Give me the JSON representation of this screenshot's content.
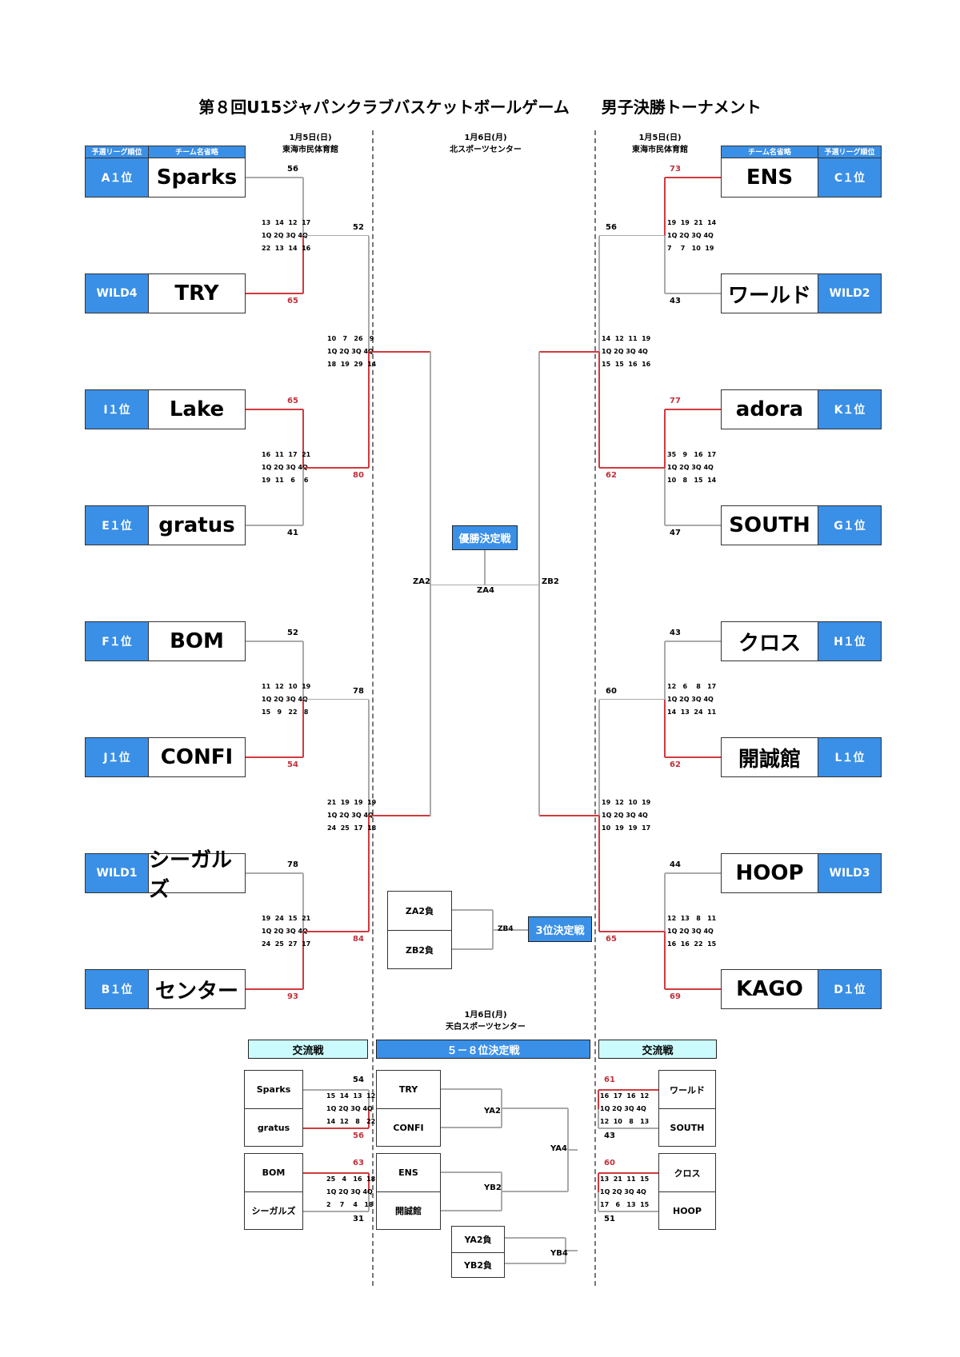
{
  "title": {
    "main": "第８回U15ジャパンクラブバスケットボールゲーム",
    "sub": "男子決勝トーナメント"
  },
  "dates": {
    "left": {
      "date": "1月5日(日)",
      "venue": "東海市民体育館"
    },
    "center": {
      "date": "1月6日(月)",
      "venue": "北スポーツセンター"
    },
    "right": {
      "date": "1月5日(日)",
      "venue": "東海市民体育館"
    },
    "bottom": {
      "date": "1月6日(月)",
      "venue": "天白スポーツセンター"
    }
  },
  "headers": {
    "rank": "予選リーグ順位",
    "team": "チーム名省略"
  },
  "left_teams": [
    {
      "rank": "A１位",
      "name": "Sparks"
    },
    {
      "rank": "WILD4",
      "name": "TRY"
    },
    {
      "rank": "I１位",
      "name": "Lake"
    },
    {
      "rank": "E１位",
      "name": "gratus"
    },
    {
      "rank": "F１位",
      "name": "BOM"
    },
    {
      "rank": "J１位",
      "name": "CONFI"
    },
    {
      "rank": "WILD1",
      "name": "シーガルズ"
    },
    {
      "rank": "B１位",
      "name": "センター"
    }
  ],
  "right_teams": [
    {
      "rank": "C１位",
      "name": "ENS"
    },
    {
      "rank": "WILD2",
      "name": "ワールド"
    },
    {
      "rank": "K１位",
      "name": "adora"
    },
    {
      "rank": "G１位",
      "name": "SOUTH"
    },
    {
      "rank": "H１位",
      "name": "クロス"
    },
    {
      "rank": "L１位",
      "name": "開誠館"
    },
    {
      "rank": "WILD3",
      "name": "HOOP"
    },
    {
      "rank": "D１位",
      "name": "KAGO"
    }
  ],
  "quarter_label": "1Q 2Q 3Q 4Q",
  "left_r1": [
    {
      "top_score": "56",
      "bottom_score": "65",
      "winner": "bottom",
      "top_q": "13  14  12  17",
      "bottom_q": "22  13  14  16"
    },
    {
      "top_score": "65",
      "bottom_score": "41",
      "winner": "top",
      "top_q": "16  11  17  21",
      "bottom_q": "19  11   6    6"
    },
    {
      "top_score": "52",
      "bottom_score": "54",
      "winner": "bottom",
      "top_q": "11  12  10  19",
      "bottom_q": "15   9   22   8"
    },
    {
      "top_score": "78",
      "bottom_score": "93",
      "winner": "bottom",
      "top_q": "19  24  15  21",
      "bottom_q": "24  25  27  17"
    }
  ],
  "left_r2": [
    {
      "top_score": "52",
      "bottom_score": "80",
      "winner": "bottom",
      "top_q": "10   7   26   9",
      "bottom_q": "18  19  29  14"
    },
    {
      "top_score": "78",
      "bottom_score": "84",
      "winner": "bottom",
      "top_q": "21  19  19  19",
      "bottom_q": "24  25  17  18"
    }
  ],
  "right_r1": [
    {
      "top_score": "73",
      "bottom_score": "43",
      "winner": "top",
      "top_q": "19  19  21  14",
      "bottom_q": "7    7   10  19"
    },
    {
      "top_score": "77",
      "bottom_score": "47",
      "winner": "top",
      "top_q": "35   9   16  17",
      "bottom_q": "10   8   15  14"
    },
    {
      "top_score": "43",
      "bottom_score": "62",
      "winner": "bottom",
      "top_q": "12   6    8   17",
      "bottom_q": "14  13  24  11"
    },
    {
      "top_score": "44",
      "bottom_score": "69",
      "winner": "bottom",
      "top_q": "12  13   8   11",
      "bottom_q": "16  16  22  15"
    }
  ],
  "right_r2": [
    {
      "top_score": "56",
      "bottom_score": "62",
      "winner": "bottom",
      "top_q": "14  12  11  19",
      "bottom_q": "15  15  16  16"
    },
    {
      "top_score": "60",
      "bottom_score": "65",
      "winner": "bottom",
      "top_q": "19  12  10  19",
      "bottom_q": "10  19  19  17"
    }
  ],
  "final": {
    "label": "優勝決定戦",
    "left_code": "ZA2",
    "right_code": "ZB2",
    "center_code": "ZA4"
  },
  "third": {
    "label": "3位決定戦",
    "teams": [
      "ZA2負",
      "ZB2負"
    ],
    "code": "ZB4"
  },
  "exchange_left": {
    "label": "交流戦",
    "games": [
      {
        "teams": [
          "Sparks",
          "gratus"
        ],
        "top_score": "54",
        "bottom_score": "56",
        "winner": "bottom",
        "top_q": "15  14  13  12",
        "bottom_q": "14  12   8   22"
      },
      {
        "teams": [
          "BOM",
          "シーガルズ"
        ],
        "top_score": "63",
        "bottom_score": "31",
        "winner": "top",
        "top_q": "25   4   16  18",
        "bottom_q": "2    7    4   18"
      }
    ]
  },
  "exchange_right": {
    "label": "交流戦",
    "games": [
      {
        "teams": [
          "ワールド",
          "SOUTH"
        ],
        "top_score": "61",
        "bottom_score": "43",
        "winner": "top",
        "top_q": "16  17  16  12",
        "bottom_q": "12  10   8   13"
      },
      {
        "teams": [
          "クロス",
          "HOOP"
        ],
        "top_score": "60",
        "bottom_score": "51",
        "winner": "top",
        "top_q": "13  21  11  15",
        "bottom_q": "17   6   13  15"
      }
    ]
  },
  "placement": {
    "label": "５－８位決定戦",
    "groups": [
      [
        "TRY",
        "CONFI"
      ],
      [
        "ENS",
        "開誠館"
      ],
      [
        "YA2負",
        "YB2負"
      ]
    ],
    "codes": {
      "ya2": "YA2",
      "yb2": "YB2",
      "ya4": "YA4",
      "yb4": "YB4"
    }
  },
  "colors": {
    "header_blue": "#3a8fe6",
    "winner_red": "#d03a3f",
    "exchange_cyan": "#ccfbfd"
  }
}
